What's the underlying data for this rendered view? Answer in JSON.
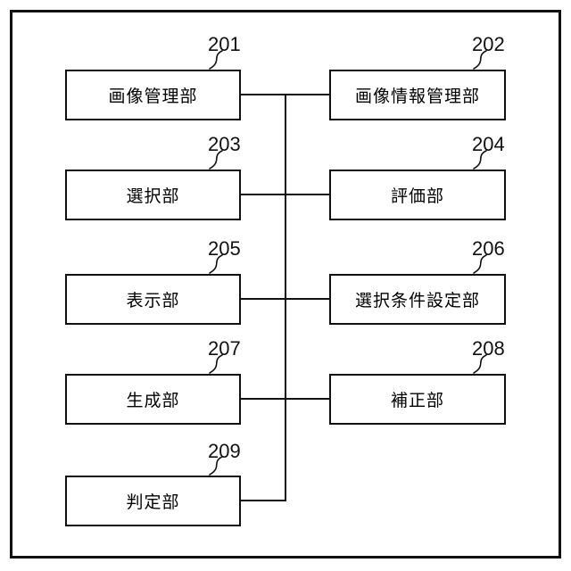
{
  "figure": {
    "type": "block-diagram",
    "colors": {
      "line": "#111111",
      "background": "#ffffff"
    },
    "boxes": [
      {
        "ref": "201",
        "label": "画像管理部"
      },
      {
        "ref": "202",
        "label": "画像情報管理部"
      },
      {
        "ref": "203",
        "label": "選択部"
      },
      {
        "ref": "204",
        "label": "評価部"
      },
      {
        "ref": "205",
        "label": "表示部"
      },
      {
        "ref": "206",
        "label": "選択条件設定部"
      },
      {
        "ref": "207",
        "label": "生成部"
      },
      {
        "ref": "208",
        "label": "補正部"
      },
      {
        "ref": "209",
        "label": "判定部"
      }
    ]
  }
}
